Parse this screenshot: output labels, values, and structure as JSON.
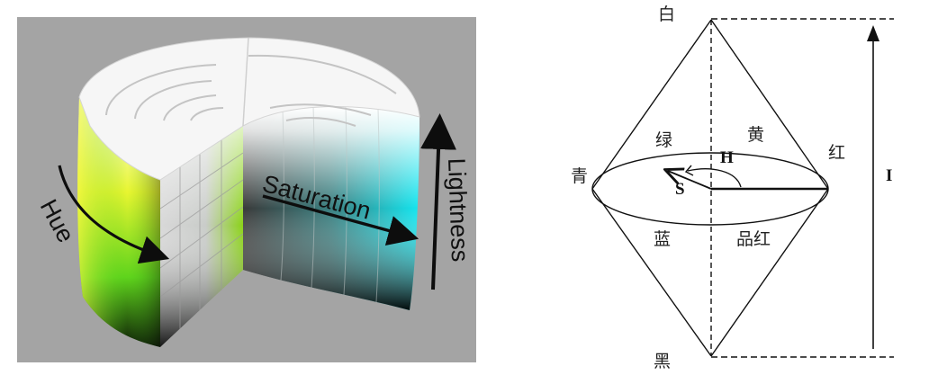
{
  "left_diagram": {
    "labels": {
      "hue": "Hue",
      "saturation": "Saturation",
      "lightness": "Lightness"
    },
    "colors": {
      "background": "#a4a4a4",
      "top_face": "#f6f6f6",
      "front_top": "#ffffff",
      "hue_yellow": "#e6f42c",
      "hue_green": "#3ccf1a",
      "saturation_cyan": "#18eaf2",
      "dark": "#050505"
    }
  },
  "right_diagram": {
    "vertex_labels": {
      "top": "白",
      "bottom": "黑",
      "left": "青",
      "right": "红"
    },
    "region_labels": {
      "upper_left": "绿",
      "upper_right": "黄",
      "lower_left": "蓝",
      "lower_right": "品红"
    },
    "symbols": {
      "hue": "H",
      "saturation": "S",
      "intensity": "I"
    },
    "colors": {
      "line": "#111111"
    }
  }
}
